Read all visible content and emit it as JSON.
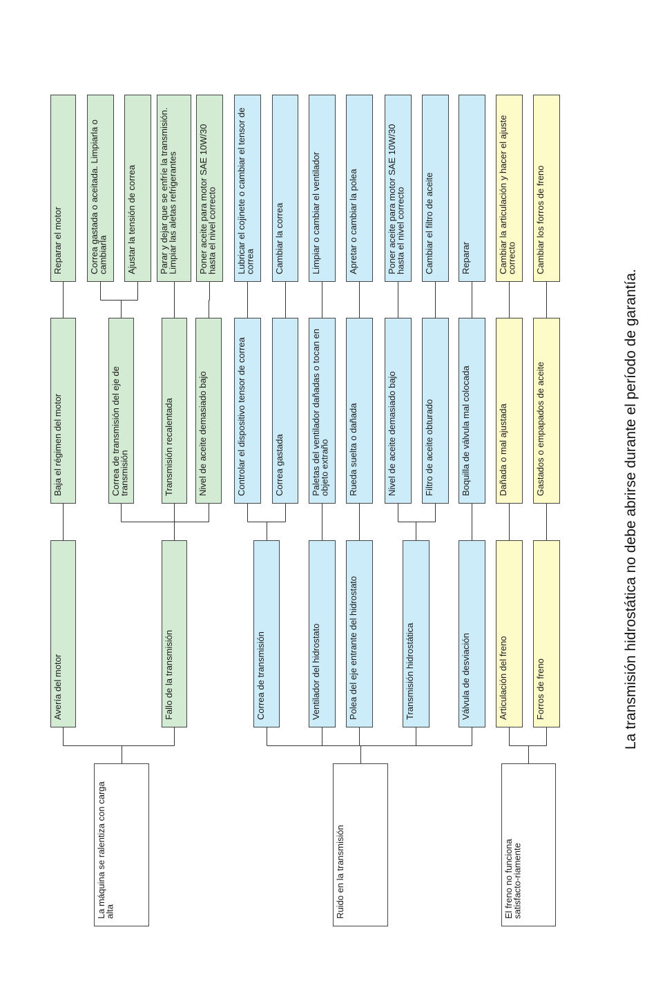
{
  "colors": {
    "green": "#d3ebd3",
    "blue": "#cdecf9",
    "yellow": "#fdfbc8",
    "white": "#ffffff",
    "border": "#444444",
    "line": "#333333"
  },
  "problems": [
    {
      "label": "La máquina se ralentiza con carga alta",
      "color": "green",
      "causes": [
        {
          "label": "Avería del motor",
          "subcauses": [
            {
              "label": "Baja el régimen del motor",
              "remedies": [
                "Reparar el motor"
              ]
            }
          ]
        },
        {
          "label": "Fallo de la transmisión",
          "subcauses": [
            {
              "label": "Correa de transmisión del eje de transmisión",
              "remedies": [
                "Correa gastada o aceitada. Limpiarla o cambiarla",
                "Ajustar la tensión de correa"
              ]
            },
            {
              "label": "Transmisión recalentada",
              "remedies": [
                "Parar y dejar que se enfríe la transmisión. Limpiar las aletas refrigerantes"
              ]
            },
            {
              "label": "Nivel de aceite demasiado bajo",
              "remedies": [
                "Poner aceite para motor SAE 10W/30 hasta el nivel correcto"
              ]
            }
          ]
        }
      ]
    },
    {
      "label": "Ruido en la transmisión",
      "color": "blue",
      "causes": [
        {
          "label": "Correa de transmisión",
          "subcauses": [
            {
              "label": "Controlar el dispositivo tensor de correa",
              "remedies": [
                "Lubricar el cojinete o cambiar el tensor de correa"
              ]
            },
            {
              "label": "Correa gastada",
              "remedies": [
                "Cambiar la correa"
              ]
            }
          ]
        },
        {
          "label": "Ventilador del hidrostato",
          "subcauses": [
            {
              "label": "Paletas del ventilador dañadas o tocan en objeto extraño",
              "remedies": [
                "Limpiar o cambiar el ventilador"
              ]
            }
          ]
        },
        {
          "label": "Polea del eje entrante del hidrostato",
          "subcauses": [
            {
              "label": "Rueda suelta o dañada",
              "remedies": [
                "Apretar o cambiar la polea"
              ]
            }
          ]
        },
        {
          "label": "Transmisión hidrostática",
          "subcauses": [
            {
              "label": "Nivel de aceite demasiado bajo",
              "remedies": [
                "Poner aceite para motor SAE 10W/30 hasta el nivel correcto"
              ]
            },
            {
              "label": "Filtro de aceite obturado",
              "remedies": [
                "Cambiar el filtro de aceite"
              ]
            }
          ]
        },
        {
          "label": "Válvula de desviación",
          "subcauses": [
            {
              "label": "Boquilla de válvula mal colocada",
              "remedies": [
                "Reparar"
              ]
            }
          ]
        }
      ]
    },
    {
      "label": "El freno no funciona satisfacto-riamente",
      "color": "yellow",
      "causes": [
        {
          "label": "Articulación del freno",
          "subcauses": [
            {
              "label": "Dañada o mal ajustada",
              "remedies": [
                "Cambiar la articulación y hacer el ajuste correcto"
              ]
            }
          ]
        },
        {
          "label": "Forros de freno",
          "subcauses": [
            {
              "label": "Gastados o empapados de aceite",
              "remedies": [
                "Cambiar los forros de freno"
              ]
            }
          ]
        }
      ]
    }
  ],
  "footnote": "La transmisión hidrostática no debe abrirse durante el período de garantía."
}
